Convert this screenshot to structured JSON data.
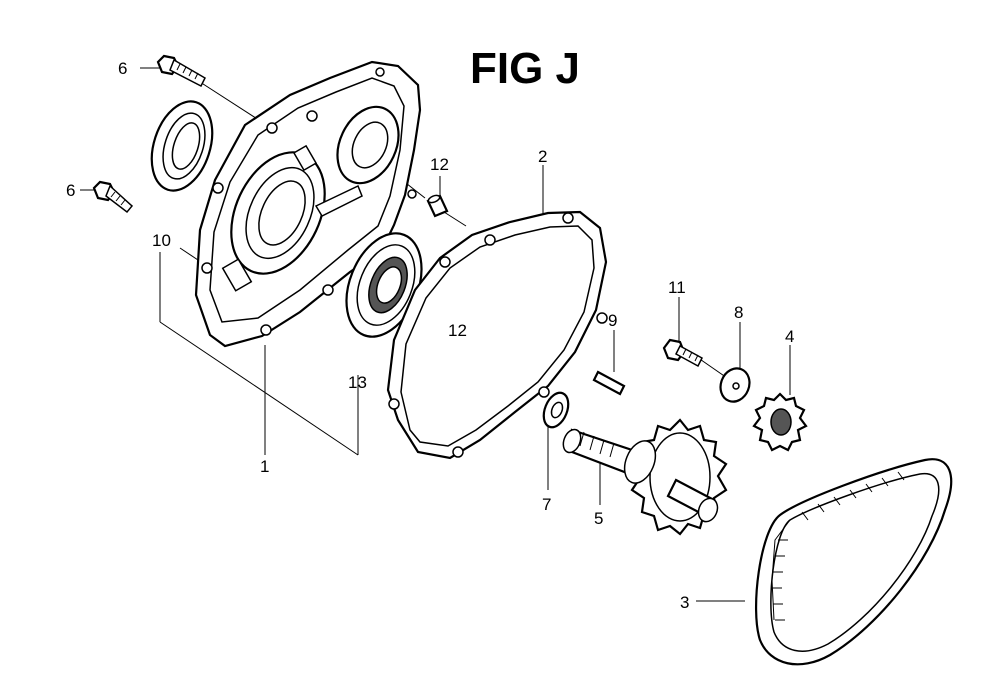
{
  "title": "FIG J",
  "callouts": {
    "c1": "1",
    "c2": "2",
    "c3": "3",
    "c4": "4",
    "c5": "5",
    "c6a": "6",
    "c6b": "6",
    "c7": "7",
    "c8": "8",
    "c9": "9",
    "c10": "10",
    "c11": "11",
    "c12a": "12",
    "c12b": "12",
    "c13": "13"
  }
}
